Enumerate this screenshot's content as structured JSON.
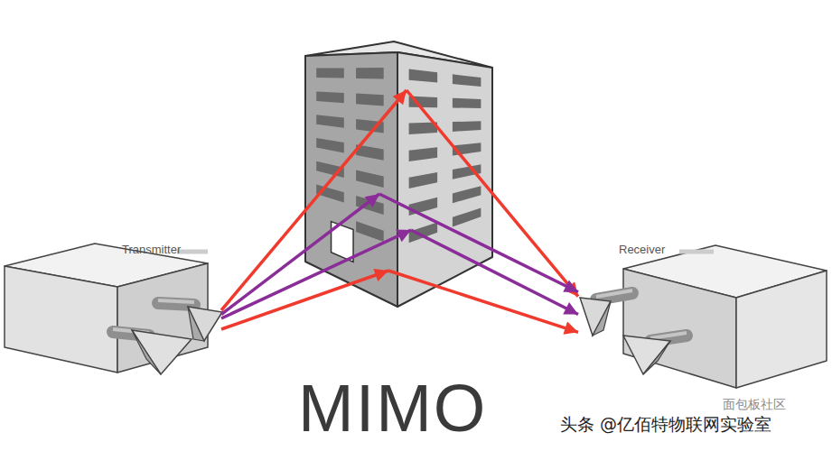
{
  "diagram": {
    "title": "MIMO",
    "nodes": [
      {
        "text": [
          "Transmitter"
        ]
      },
      {
        "text": [
          "Receiver"
        ]
      }
    ],
    "edges": [
      {
        "from": 0,
        "to": 1,
        "arrow": "to"
      },
      {
        "from": 0,
        "to": 1,
        "arrow": "to"
      },
      {
        "from": 0,
        "to": 1,
        "arrow": "to"
      },
      {
        "from": 0,
        "to": 1,
        "arrow": "to"
      }
    ],
    "labels": [
      "头条 @亿佰特物联网实验室",
      "面包板社区"
    ]
  }
}
